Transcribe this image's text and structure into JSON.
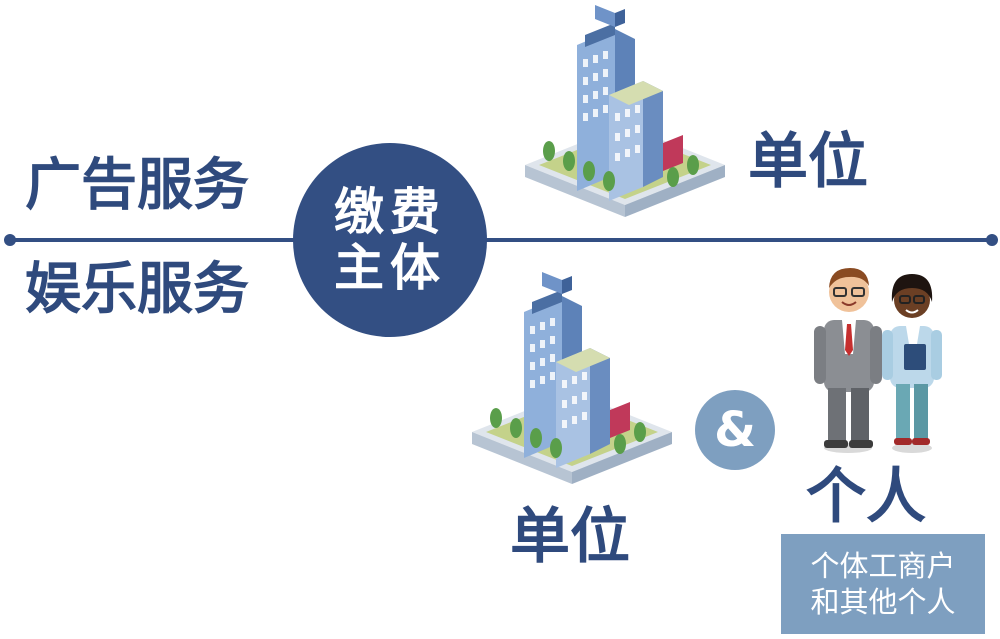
{
  "left_labels": {
    "top": "广告服务",
    "bottom": "娱乐服务"
  },
  "center": {
    "line1": "缴费",
    "line2": "主体"
  },
  "top_branch": {
    "label": "单位"
  },
  "bottom_branch": {
    "unit_label": "单位",
    "connector": "&",
    "person_label": "个人",
    "person_detail_line1": "个体工商户",
    "person_detail_line2": "和其他个人"
  },
  "colors": {
    "navy": "#334f83",
    "label_navy": "#2f4a7d",
    "light_blue": "#7e9fc0"
  },
  "icons": {
    "building": "building-icon",
    "people": "people-icon"
  }
}
